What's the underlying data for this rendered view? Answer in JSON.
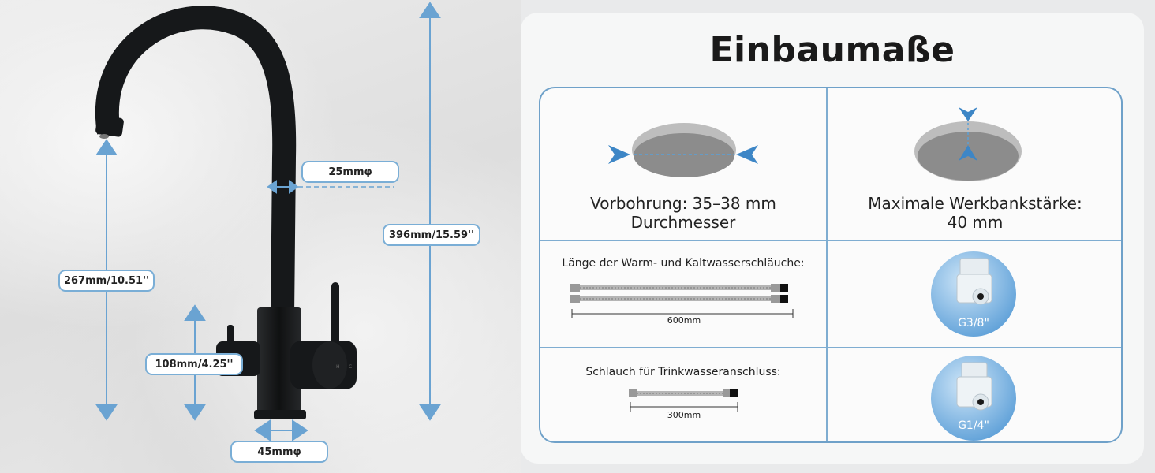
{
  "title": "Einbaumaße",
  "faucet_labels": {
    "pipe_diameter": "25mmφ",
    "total_height": "396mm/15.59''",
    "spout_height": "267mm/10.51''",
    "body_height": "108mm/4.25''",
    "base_diameter": "45mmφ"
  },
  "cells": {
    "hole": {
      "line1": "Vorbohrung: 35–38 mm",
      "line2": "Durchmesser"
    },
    "thickness": {
      "line1": "Maximale Werkbankstärke:",
      "line2": "40 mm"
    },
    "hoses": {
      "label": "Länge der Warm- und Kaltwasserschläuche:",
      "length": "600mm"
    },
    "connector_g38": {
      "label": "G3/8\""
    },
    "drinking_hose": {
      "label": "Schlauch für Trinkwasseranschluss:",
      "length": "300mm"
    },
    "connector_g14": {
      "label": "G1/4\""
    }
  },
  "colors": {
    "accent": "#3d86c6",
    "frame": "#6fa1c9",
    "faucet": "#1b1d1f"
  },
  "icons": [
    "faucet-image",
    "hole-diameter-icon",
    "thickness-icon",
    "hose-icon",
    "connector-icon"
  ]
}
